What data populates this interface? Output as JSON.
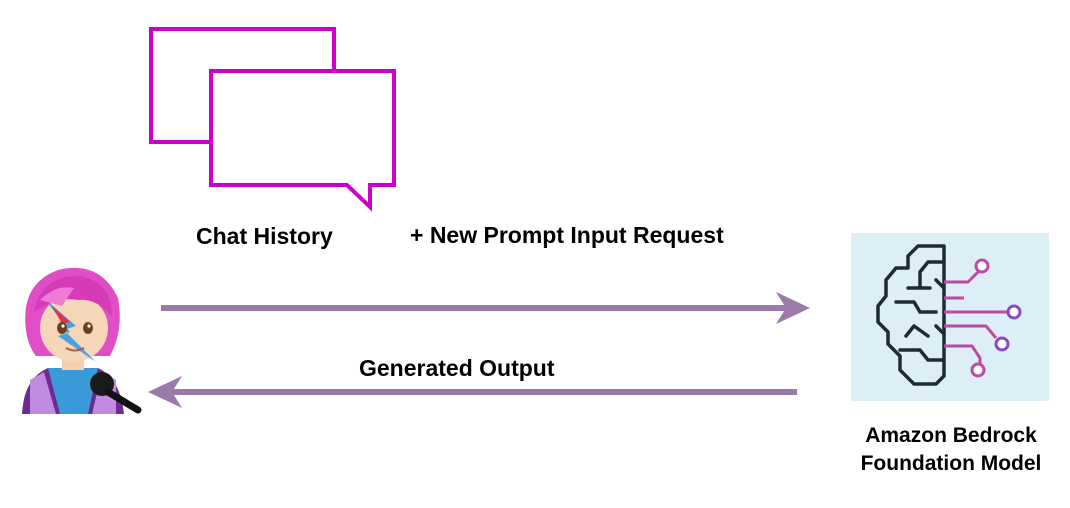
{
  "diagram": {
    "chat_history_label": "Chat History",
    "prompt_label": "+ New Prompt Input Request",
    "output_label": "Generated Output",
    "model_label_line1": "Amazon Bedrock",
    "model_label_line2": "Foundation Model"
  },
  "colors": {
    "bubble_stroke": "#cc00cc",
    "arrow": "#9a7aa9",
    "model_bg": "#ddeff6",
    "model_stroke": "#1f2a33",
    "model_accent": "#c04aa0"
  },
  "icons": {
    "chat": "chat-bubbles-icon",
    "user": "user-avatar-icon",
    "model": "brain-circuit-icon"
  }
}
